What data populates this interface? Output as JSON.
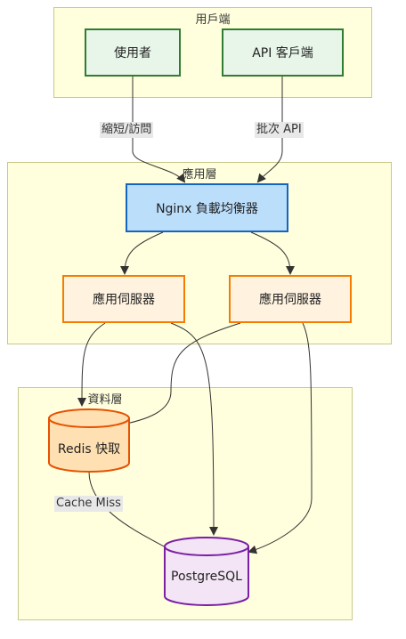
{
  "groups": {
    "client": "用戶端",
    "app": "應用層",
    "data": "資料層"
  },
  "nodes": {
    "user": "使用者",
    "api_client": "API 客戶端",
    "nginx": "Nginx 負載均衡器",
    "app_server_1": "應用伺服器",
    "app_server_2": "應用伺服器",
    "redis": "Redis 快取",
    "postgres": "PostgreSQL"
  },
  "edges": {
    "user_to_nginx": "縮短/訪問",
    "api_to_nginx": "批次 API",
    "redis_to_postgres": "Cache Miss"
  },
  "colors": {
    "group_fill": "#ffffde",
    "client_fill": "#e8f5e9",
    "client_stroke": "#2e7d32",
    "lb_fill": "#bbdefb",
    "lb_stroke": "#1565c0",
    "app_fill": "#fff3e0",
    "app_stroke": "#f57c00",
    "redis_fill": "#ffe0b2",
    "redis_stroke": "#e65100",
    "db_fill": "#f3e5f5",
    "db_stroke": "#7b1fa2"
  }
}
